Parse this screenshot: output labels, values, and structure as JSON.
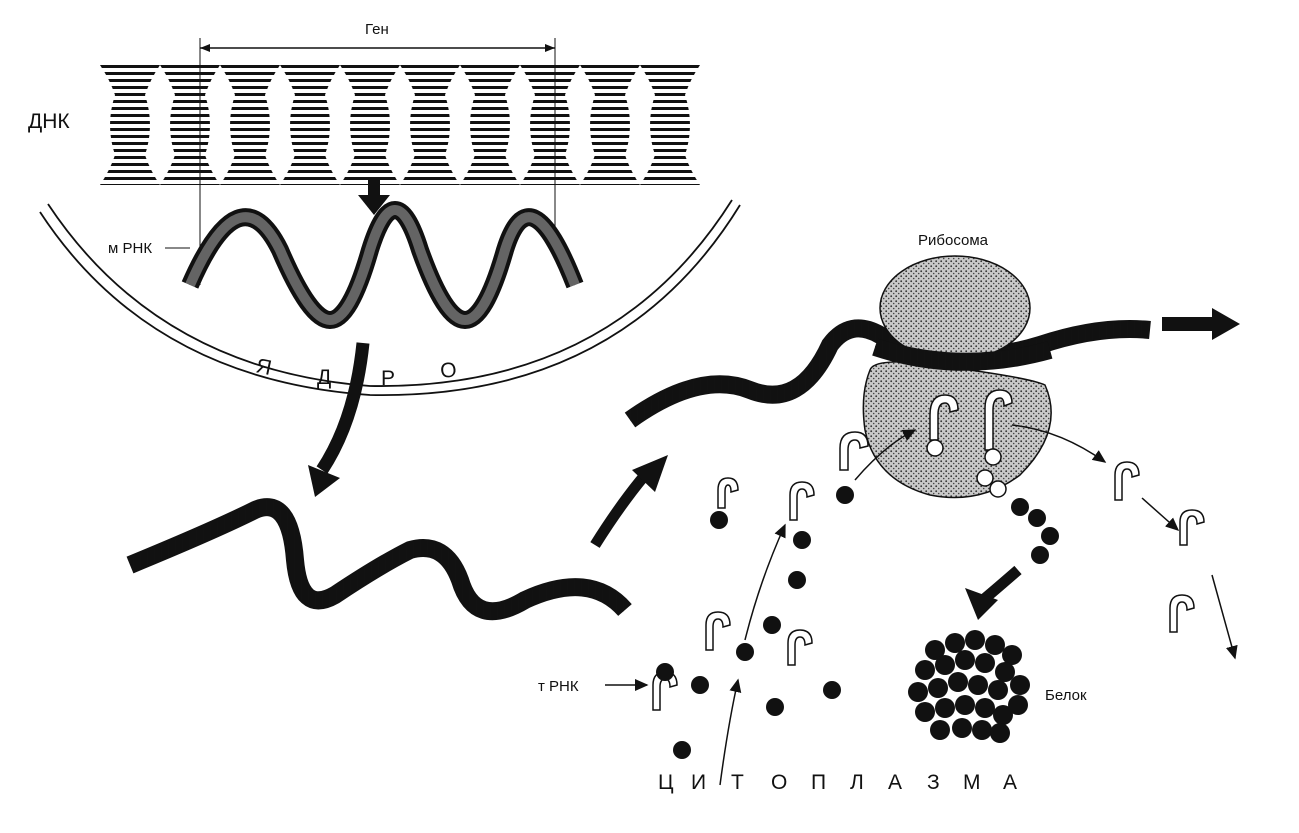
{
  "labels": {
    "gene": "Ген",
    "dna": "ДНК",
    "mrna": "м РНК",
    "ribosome": "Рибосома",
    "protein": "Белок",
    "trna": "т РНК",
    "nucleus_letters": [
      "Я",
      "Д",
      "Р",
      "О"
    ],
    "cytoplasm_letters": [
      "Ц",
      "И",
      "Т",
      "О",
      "П",
      "Л",
      "А",
      "З",
      "М",
      "А"
    ]
  },
  "colors": {
    "ink": "#111111",
    "ribosome_fill": "#bdbdbd",
    "background": "#ffffff"
  }
}
